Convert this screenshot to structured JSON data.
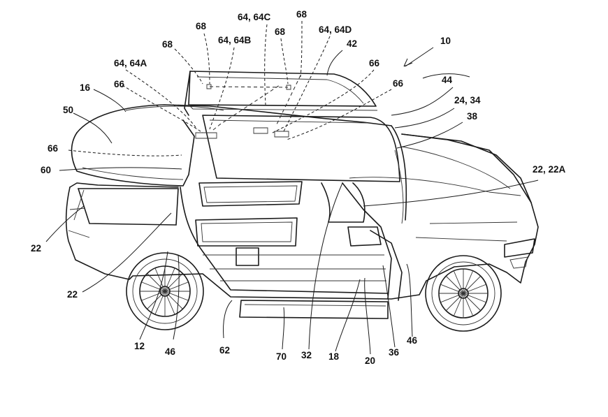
{
  "labels": {
    "l10": "10",
    "l12": "12",
    "l16": "16",
    "l18": "18",
    "l20": "20",
    "l22a": "22",
    "l22b": "22",
    "l22c": "22, 22A",
    "l2434": "24, 34",
    "l32": "32",
    "l36": "36",
    "l38": "38",
    "l42": "42",
    "l44": "44",
    "l46a": "46",
    "l46b": "46",
    "l50": "50",
    "l60": "60",
    "l62": "62",
    "l64a": "64, 64A",
    "l64b": "64, 64B",
    "l64c": "64, 64C",
    "l64d": "64, 64D",
    "l66a": "66",
    "l66b": "66",
    "l66c": "66",
    "l66d": "66",
    "l68a": "68",
    "l68b": "68",
    "l68c": "68",
    "l68d": "68",
    "l70": "70"
  }
}
